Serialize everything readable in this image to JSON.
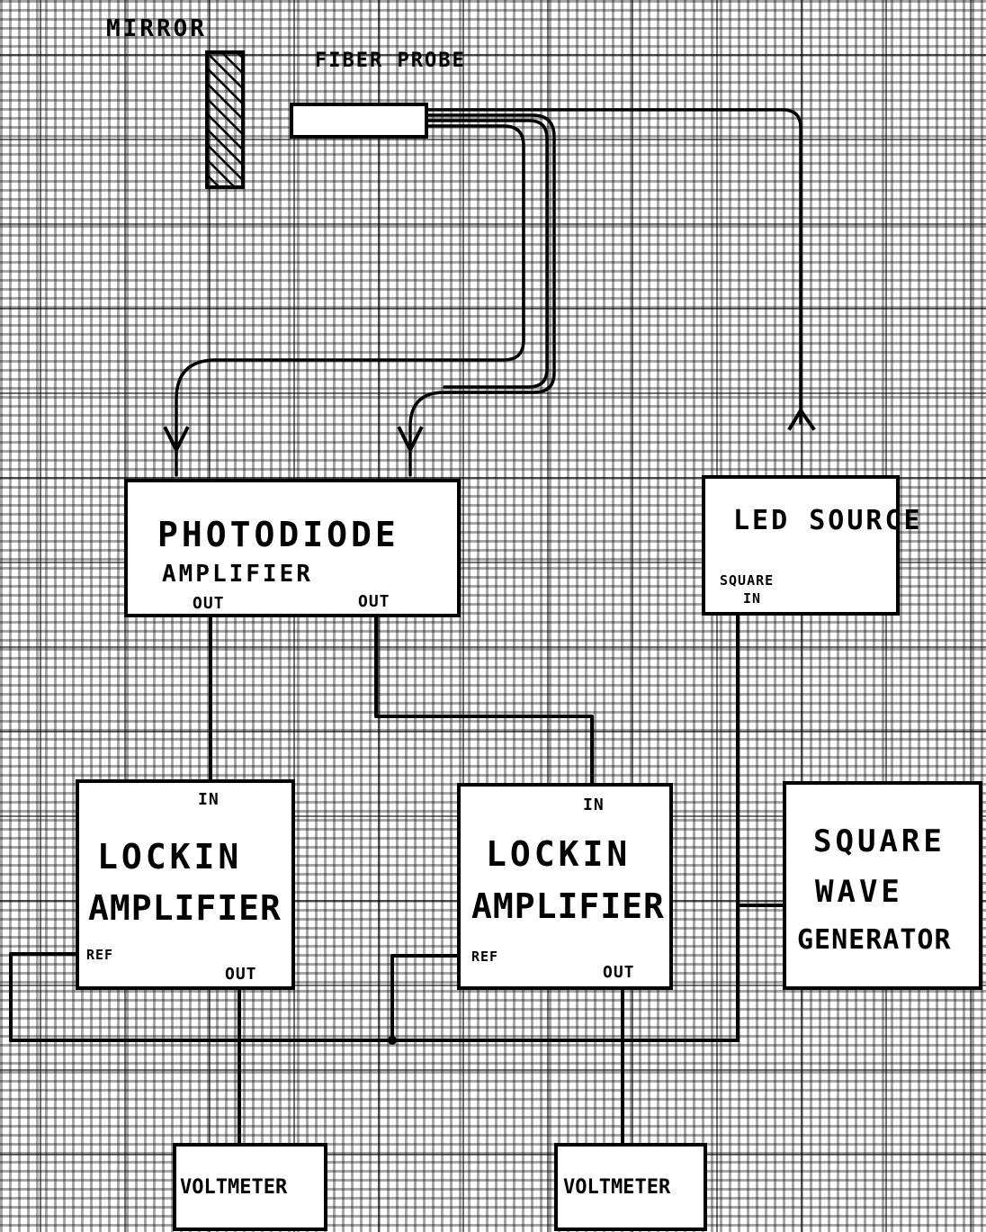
{
  "labels": {
    "mirror": "MIRROR",
    "fiber_probe": "FIBER PROBE",
    "photodiode_line1": "PHOTODIODE",
    "photodiode_line2": "AMPLIFIER",
    "photodiode_out_left": "OUT",
    "photodiode_out_right": "OUT",
    "led_source": "LED SOURCE",
    "led_square": "SQUARE",
    "led_in": "IN",
    "lockin1_line1": "LOCKIN",
    "lockin1_line2": "AMPLIFIER",
    "lockin1_in": "IN",
    "lockin1_ref": "REF",
    "lockin1_out": "OUT",
    "lockin2_line1": "LOCKIN",
    "lockin2_line2": "AMPLIFIER",
    "lockin2_in": "IN",
    "lockin2_ref": "REF",
    "lockin2_out": "OUT",
    "sqwave_line1": "SQUARE",
    "sqwave_line2": "WAVE",
    "sqwave_line3": "GENERATOR",
    "voltmeter1": "VOLTMETER",
    "voltmeter2": "VOLTMETER"
  }
}
